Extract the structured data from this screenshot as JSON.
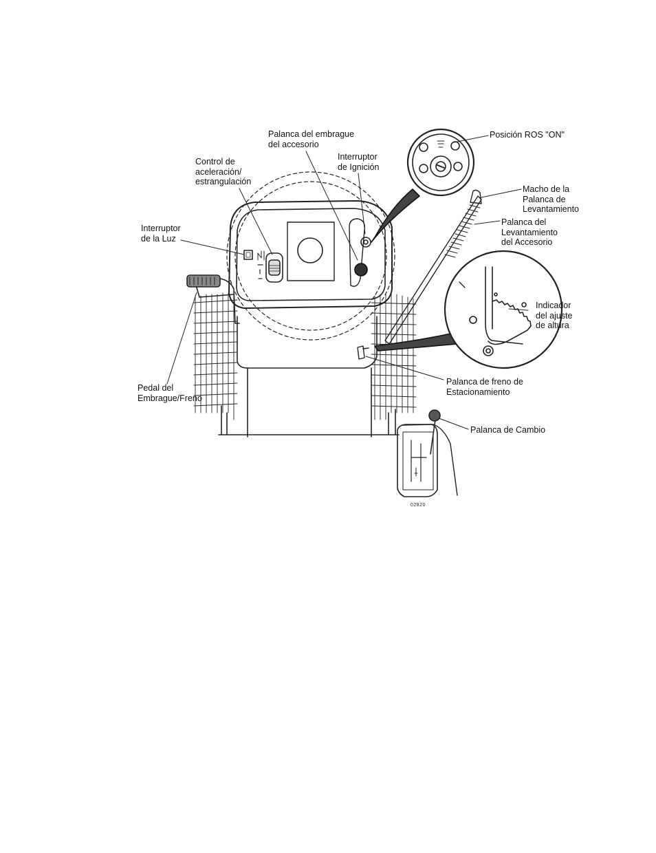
{
  "diagram": {
    "figure_code": "02820",
    "labels": {
      "ros_position": [
        "Posición ROS \"ON\""
      ],
      "attachment_clutch_lever": [
        "Palanca del embrague",
        "del accesorio"
      ],
      "ignition_switch": [
        "Interruptor",
        "de Ignición"
      ],
      "throttle_choke_control": [
        "Control de",
        "aceleración/",
        "estrangulación"
      ],
      "light_switch": [
        "Interruptor",
        "de la Luz"
      ],
      "lift_lever_handle": [
        "Macho de la",
        "Palanca de",
        "Levantamiento"
      ],
      "attachment_lift_lever": [
        "Palanca del",
        "Levantamiento",
        "del Accesorio"
      ],
      "height_adjust_indicator": [
        "Indicador",
        "del ajuste",
        "de altura"
      ],
      "clutch_brake_pedal": [
        "Pedal del",
        "Embrague/Freno"
      ],
      "parking_brake_lever": [
        "Palanca de freno de",
        "Estacionamiento"
      ],
      "shift_lever": [
        "Palanca de Cambio"
      ]
    }
  }
}
